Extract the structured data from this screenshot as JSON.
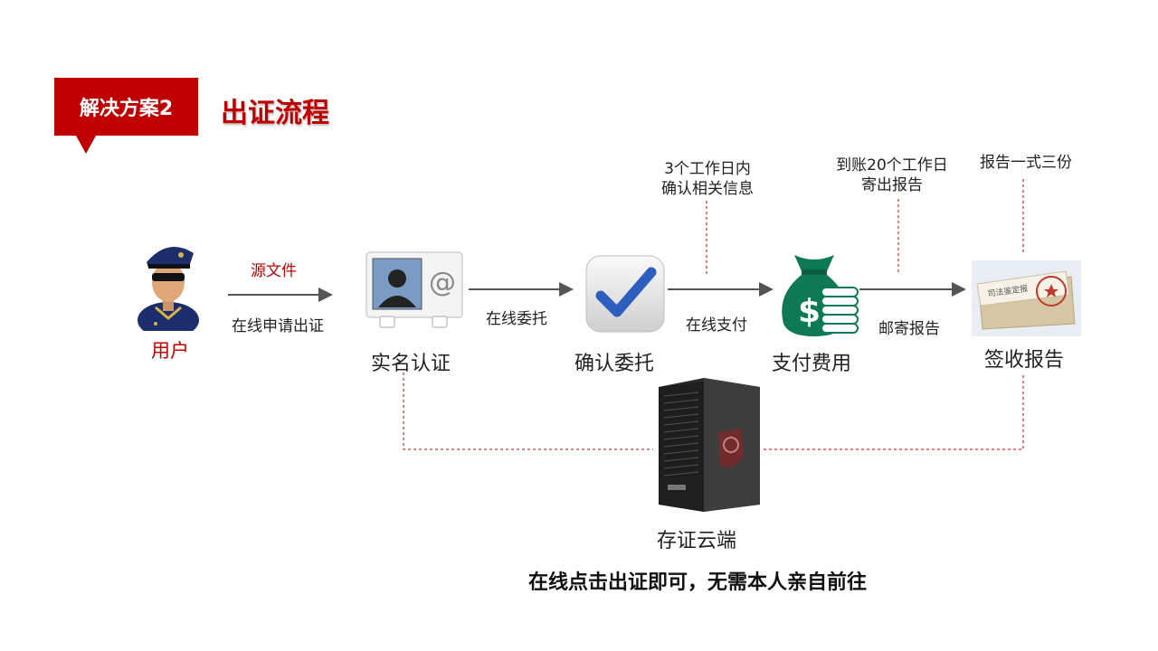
{
  "header": {
    "tag": "解决方案2",
    "title": "出证流程"
  },
  "nodes": {
    "user": "用户",
    "real_name": "实名认证",
    "confirm": "确认委托",
    "pay": "支付费用",
    "sign": "签收报告",
    "cloud": "存证云端"
  },
  "edges": {
    "source_file": "源文件",
    "apply_online": "在线申请出证",
    "entrust_online": "在线委托",
    "pay_online": "在线支付",
    "mail_report": "邮寄报告"
  },
  "notes": {
    "confirm_line1": "3个工作日内",
    "confirm_line2": "确认相关信息",
    "mail_line1": "到账20个工作日",
    "mail_line2": "寄出报告",
    "copies": "报告一式三份"
  },
  "report_stamp_text": "司法鉴定报",
  "footer": "在线点击出证即可，无需本人亲自前往",
  "colors": {
    "accent": "#c00000",
    "arrow": "#555555",
    "dashed": "#c00000"
  }
}
